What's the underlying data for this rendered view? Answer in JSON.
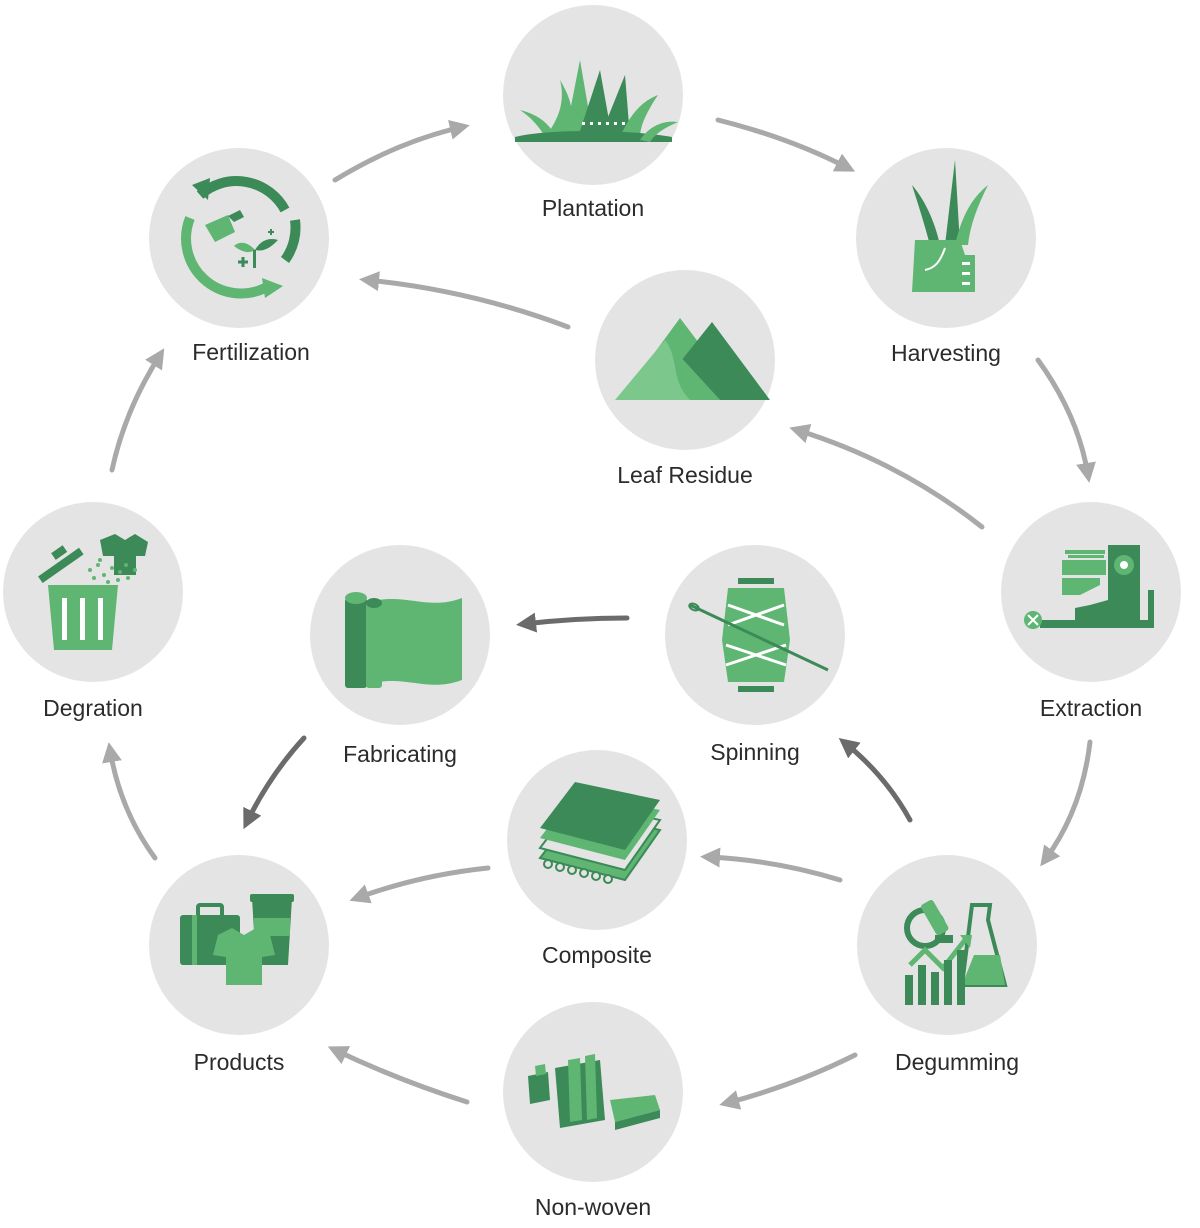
{
  "colors": {
    "circle": "#e4e4e4",
    "green_light": "#5fb673",
    "green_dark": "#3b8a57",
    "arrow_light": "#a9a9a9",
    "arrow_dark": "#6b6b6b",
    "text": "#2b2b2b"
  },
  "nodes": [
    {
      "id": "plantation",
      "label": "Plantation",
      "icon": "grass-plant-icon"
    },
    {
      "id": "harvesting",
      "label": "Harvesting",
      "icon": "harvested-leaves-icon"
    },
    {
      "id": "extraction",
      "label": "Extraction",
      "icon": "extraction-machine-icon"
    },
    {
      "id": "degumming",
      "label": "Degumming",
      "icon": "lab-flask-icon"
    },
    {
      "id": "non_woven",
      "label": "Non-woven",
      "icon": "non-woven-press-icon"
    },
    {
      "id": "products",
      "label": "Products",
      "icon": "products-icon"
    },
    {
      "id": "degration",
      "label": "Degration",
      "icon": "trash-bin-icon"
    },
    {
      "id": "fertilization",
      "label": "Fertilization",
      "icon": "recycle-fertilizer-icon"
    },
    {
      "id": "leaf_residue",
      "label": "Leaf Residue",
      "icon": "leaf-residue-pile-icon"
    },
    {
      "id": "spinning",
      "label": "Spinning",
      "icon": "thread-spool-icon"
    },
    {
      "id": "fabricating",
      "label": "Fabricating",
      "icon": "fabric-roll-icon"
    },
    {
      "id": "composite",
      "label": "Composite",
      "icon": "composite-layers-icon"
    }
  ],
  "edges": [
    {
      "from": "plantation",
      "to": "harvesting",
      "style": "light"
    },
    {
      "from": "harvesting",
      "to": "extraction",
      "style": "light"
    },
    {
      "from": "extraction",
      "to": "degumming",
      "style": "light"
    },
    {
      "from": "extraction",
      "to": "leaf_residue",
      "style": "light"
    },
    {
      "from": "leaf_residue",
      "to": "fertilization",
      "style": "light"
    },
    {
      "from": "fertilization",
      "to": "plantation",
      "style": "light"
    },
    {
      "from": "degration",
      "to": "fertilization",
      "style": "light"
    },
    {
      "from": "products",
      "to": "degration",
      "style": "light"
    },
    {
      "from": "degumming",
      "to": "non_woven",
      "style": "light"
    },
    {
      "from": "non_woven",
      "to": "products",
      "style": "light"
    },
    {
      "from": "degumming",
      "to": "composite",
      "style": "light"
    },
    {
      "from": "composite",
      "to": "products",
      "style": "light"
    },
    {
      "from": "degumming",
      "to": "spinning",
      "style": "dark"
    },
    {
      "from": "spinning",
      "to": "fabricating",
      "style": "dark"
    },
    {
      "from": "fabricating",
      "to": "products",
      "style": "dark"
    }
  ]
}
